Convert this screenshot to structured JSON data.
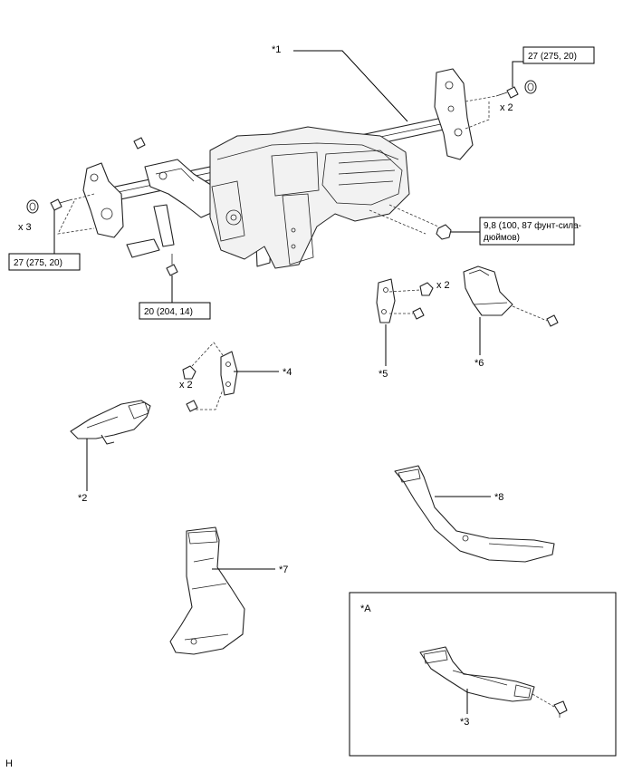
{
  "callouts": {
    "c1": "*1",
    "c2": "*2",
    "c3": "*3",
    "c4": "*4",
    "c5": "*5",
    "c6": "*6",
    "c7": "*7",
    "c8": "*8",
    "cA": "*A"
  },
  "torque": {
    "t_top_right": "27 (275, 20)",
    "t_left": "27 (275, 20)",
    "t_bottom": "20 (204, 14)",
    "t_nut_line1": "9,8 (100, 87 фунт-сила-",
    "t_nut_line2": "дюймов)"
  },
  "quantities": {
    "q_top_right": "x 2",
    "q_left": "x 3",
    "q_part5": "x 2",
    "q_part4": "x 2"
  },
  "footer": {
    "letter": "H"
  }
}
